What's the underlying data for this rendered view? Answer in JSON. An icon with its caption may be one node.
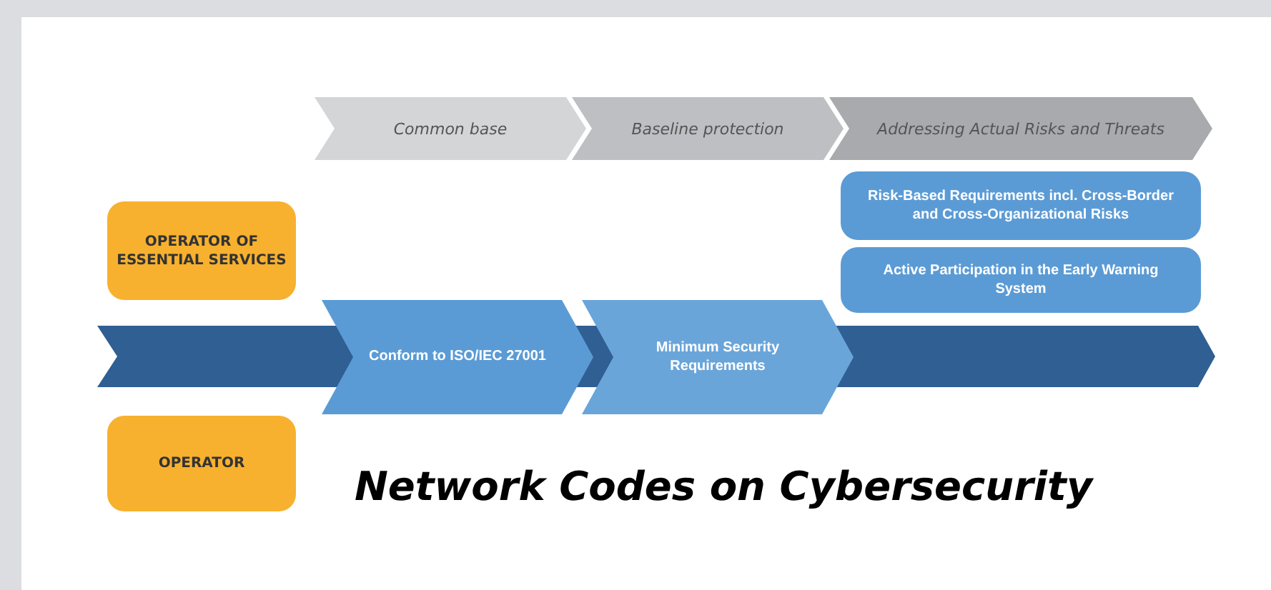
{
  "diagram": {
    "title": "Network Codes on Cybersecurity",
    "nodes": [
      {
        "text": [
          "Common base"
        ]
      },
      {
        "text": [
          "Baseline protection"
        ]
      },
      {
        "text": [
          "Addressing Actual Risks and Threats"
        ]
      },
      {
        "text": [
          "Risk-Based Requirements incl. Cross-Border and Cross-Organizational Risks"
        ]
      },
      {
        "text": [
          "OPERATOR OF ESSENTIAL SERVICES"
        ]
      },
      {
        "text": [
          "Active Participation in the Early Warning System"
        ]
      },
      {
        "text": [
          "Conform to ISO/IEC 27001"
        ]
      },
      {
        "text": [
          "Minimum Security Requirements"
        ]
      },
      {
        "text": [
          "OPERATOR"
        ]
      }
    ],
    "edges": []
  }
}
